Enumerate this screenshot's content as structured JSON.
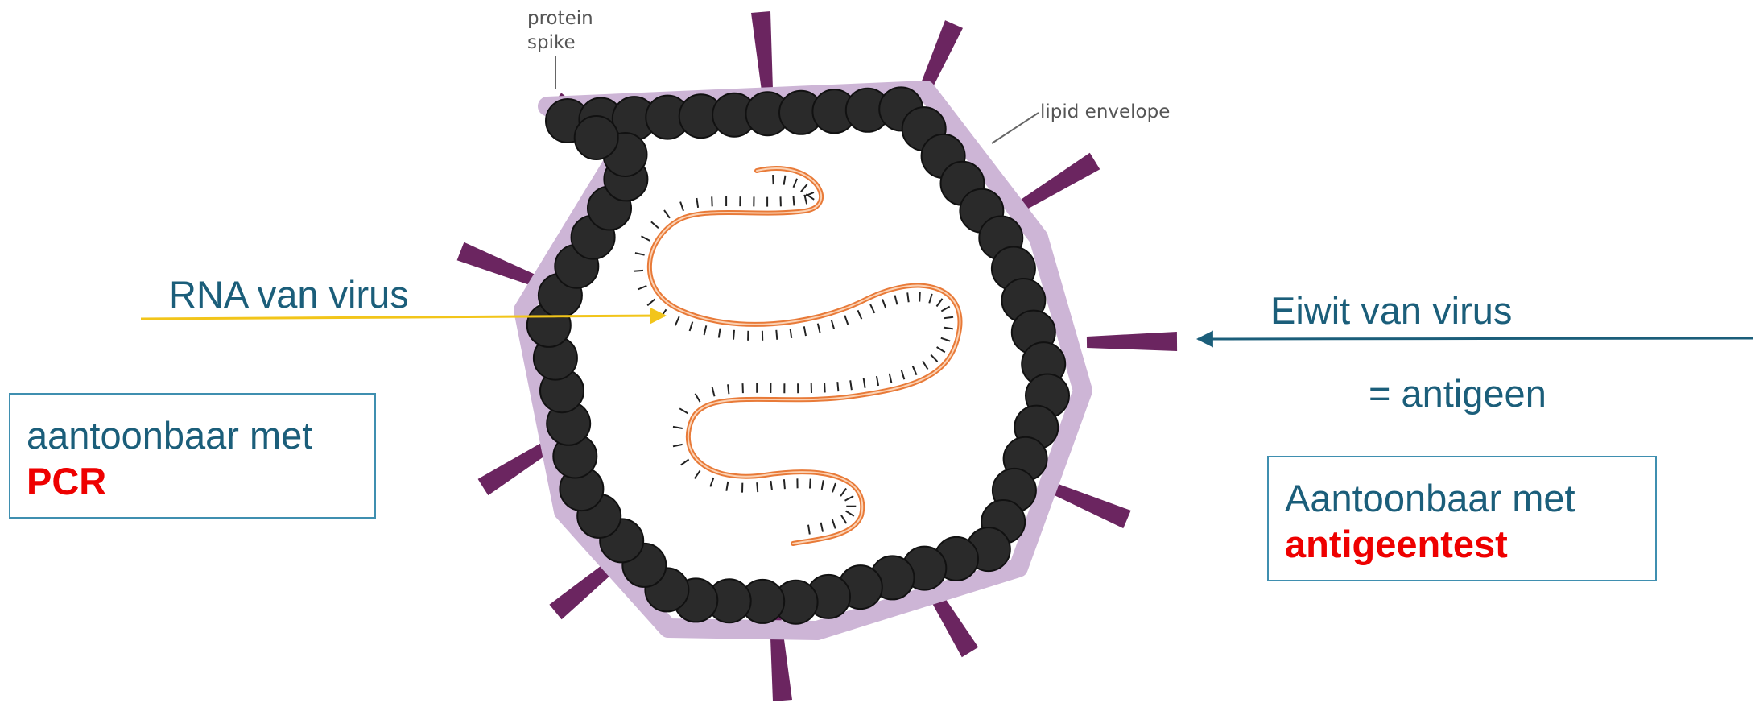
{
  "diagram": {
    "protein_spike_label": [
      "protein",
      "spike"
    ],
    "lipid_envelope_label": "lipid envelope",
    "rna_label": "RNA van virus",
    "protein_label": "Eiwit van virus",
    "antigen_label": "= antigeen",
    "pcr_box": {
      "text": "aantoonbaar met",
      "method": "PCR"
    },
    "antigen_box": {
      "text": "Aantoonbaar met",
      "method": "antigeentest"
    }
  },
  "colors": {
    "label_text": "#1b5e7a",
    "emphasis": "#ee0000",
    "box_border": "#3f8fb0",
    "rna_arrow": "#f2c51a",
    "protein_arrow": "#1b5e7a",
    "spike": "#6b2560",
    "envelope": "#cdb5d6",
    "capsomere": "#2a2a2a",
    "rna_strand": "#e87a38"
  },
  "icons": [
    "protein-spike-icon",
    "capsomere-icon",
    "rna-strand-icon"
  ]
}
